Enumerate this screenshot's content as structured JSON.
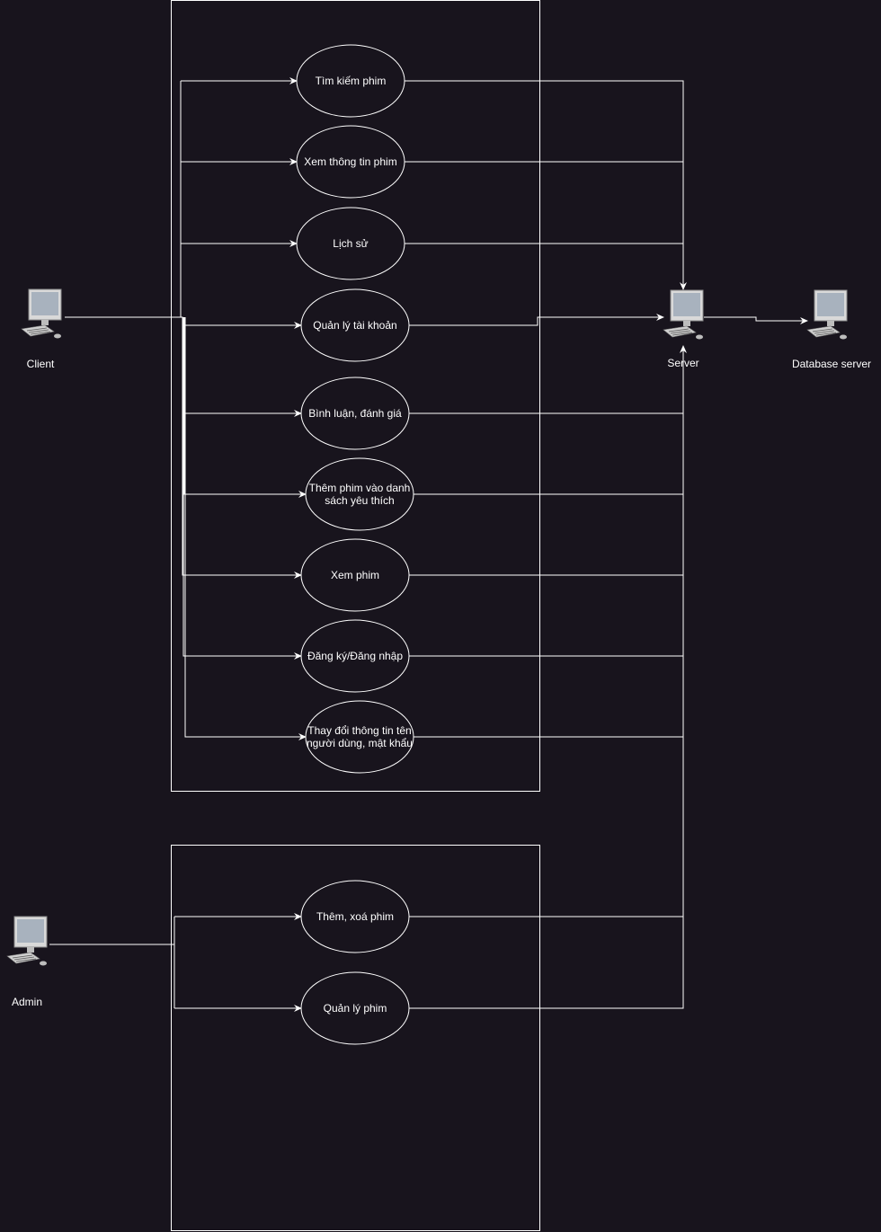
{
  "actors": {
    "client": "Client",
    "server": "Server",
    "database": "Database server",
    "admin": "Admin"
  },
  "client_use_cases": [
    [
      "Tìm kiếm phim"
    ],
    [
      "Xem thông tin phim"
    ],
    [
      "Lịch sử"
    ],
    [
      "Quản lý tài khoản"
    ],
    [
      "Bình luận, đánh giá"
    ],
    [
      "Thêm phim vào danh",
      "sách yêu thích"
    ],
    [
      "Xem phim"
    ],
    [
      "Đăng ký/Đăng nhập"
    ],
    [
      "Thay đổi thông tin tên",
      "người dùng, mật khẩu"
    ]
  ],
  "admin_use_cases": [
    [
      "Thêm, xoá phim"
    ],
    [
      "Quản lý phim"
    ]
  ],
  "icons": {
    "computer": "computer-icon"
  },
  "colors": {
    "background": "#18141d",
    "line": "#ffffff"
  }
}
